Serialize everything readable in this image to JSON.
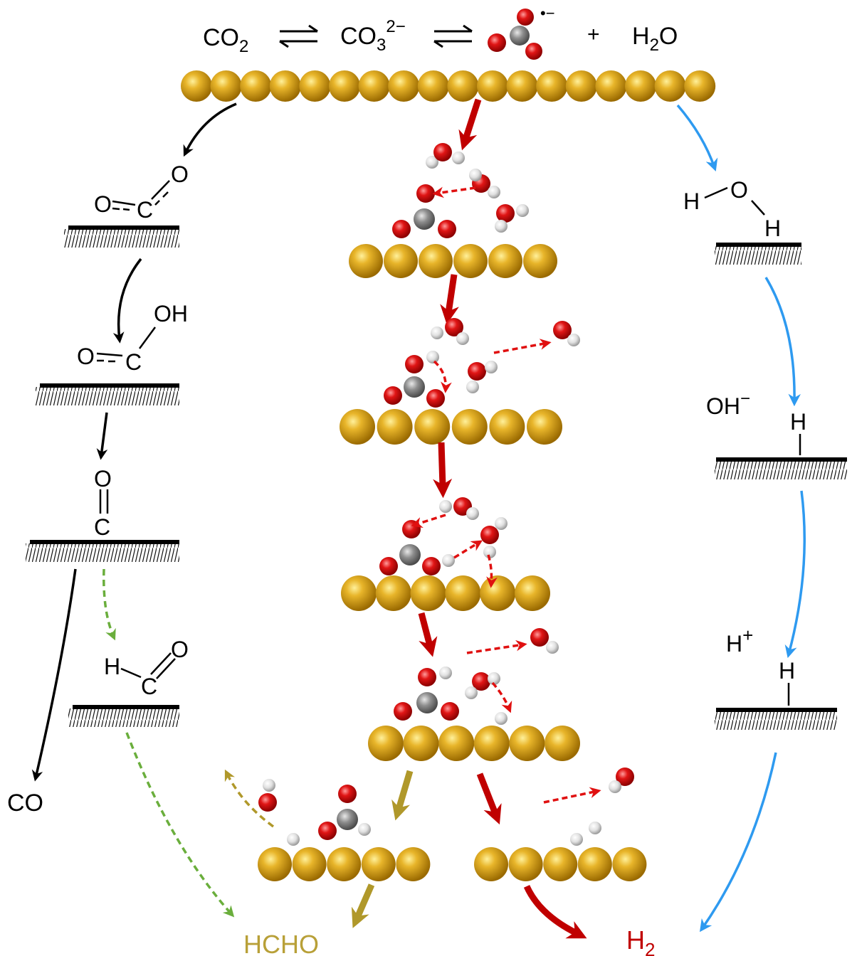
{
  "equation": {
    "co2": "CO",
    "co2_sub": "2",
    "carbonate": "CO",
    "carbonate_sub": "3",
    "carbonate_sup": "2−",
    "radical_sup": "•−",
    "plus": "+",
    "water": "H",
    "water_sub": "2",
    "water_o": "O"
  },
  "left_pathway": {
    "bent_co2": {
      "o_left": "O",
      "c": "C",
      "o_right": "O"
    },
    "cooh": {
      "o": "O",
      "c": "C",
      "oh": "OH"
    },
    "co_ads": {
      "o": "O",
      "c": "C"
    },
    "hcho_ads": {
      "h": "H",
      "c": "C",
      "o": "O"
    },
    "product_co": "CO"
  },
  "right_pathway": {
    "h2o_ads": {
      "h_left": "H",
      "o": "O",
      "h_right": "H"
    },
    "oh_minus": "OH",
    "oh_minus_sup": "−",
    "h_ads_1": "H",
    "h_plus": "H",
    "h_plus_sup": "+",
    "h_ads_2": "H"
  },
  "products": {
    "hcho": "HCHO",
    "h2": "H",
    "h2_sub": "2"
  },
  "colors": {
    "gold": "#D4A017",
    "oxygen": "#E02020",
    "carbon": "#8C8C8C",
    "hydrogen": "#EDEDED",
    "arrow_black": "#000000",
    "arrow_red": "#C00000",
    "arrow_blue": "#2E9AF0",
    "arrow_green": "#6AAE3C",
    "arrow_olive": "#B0982A",
    "label_hcho": "#B8A038",
    "label_h2": "#C00000"
  }
}
